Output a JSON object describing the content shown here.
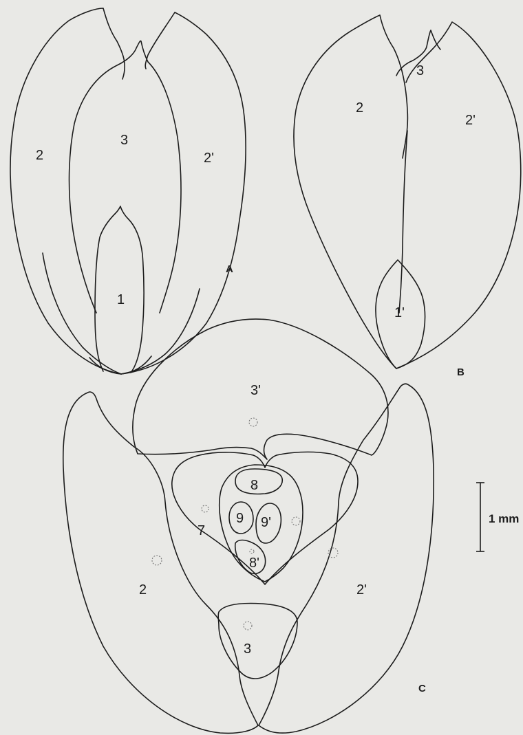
{
  "panels": {
    "a": "A",
    "b": "B",
    "c": "C"
  },
  "labels": {
    "a_2": "2",
    "a_3": "3",
    "a_2p": "2'",
    "a_1": "1",
    "b_2": "2",
    "b_3": "3",
    "b_2p": "2'",
    "b_1p": "1'",
    "c_3p": "3'",
    "c_8": "8",
    "c_9": "9",
    "c_9p": "9'",
    "c_8p": "8'",
    "c_7": "7",
    "c_2": "2",
    "c_2p": "2'",
    "c_3": "3"
  },
  "scale_bar": {
    "label": "1 mm"
  },
  "colors": {
    "background": "#e9e9e6",
    "ink": "#1c1c1c"
  }
}
